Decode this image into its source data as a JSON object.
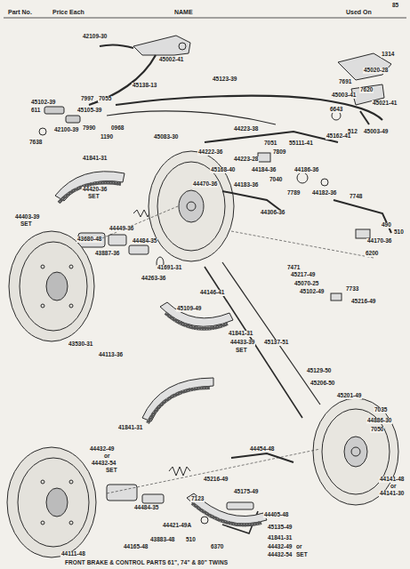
{
  "diagram": {
    "caption": "FRONT BRAKE & CONTROL PARTS 61\", 74\" & 80\" TWINS",
    "labels": [
      "Part No.",
      "Price Each",
      "NAME",
      "Used On",
      "85",
      "42109-30",
      "45002-41",
      "45138-13",
      "45102-39",
      "611",
      "7997",
      "7055",
      "45105-39",
      "42100-39",
      "7638",
      "7990",
      "0968",
      "1190",
      "45123-39",
      "45083-30",
      "1314",
      "45020-28",
      "7691",
      "7620",
      "45003-41",
      "45021-41",
      "6643",
      "512",
      "45003-49",
      "44223-38",
      "7051",
      "55111-41",
      "45162-41",
      "41841-31",
      "44222-36",
      "44223-28",
      "7809",
      "45168-40",
      "44184-36",
      "44186-36",
      "7040",
      "44183-36",
      "44470-36",
      "7789",
      "44182-36",
      "7748",
      "44420-36",
      "SET",
      "44403-39",
      "SET",
      "44306-36",
      "490",
      "510",
      "44449-36",
      "43680-48",
      "44484-35",
      "44170-36",
      "6200",
      "43887-36",
      "7471",
      "41691-31",
      "45217-49",
      "44263-36",
      "45070-25",
      "45102-49",
      "7733",
      "44146-41",
      "45216-49",
      "45109-49",
      "41841-31",
      "43530-31",
      "45137-51",
      "44433-39",
      "SET",
      "44113-36",
      "45129-50",
      "45206-50",
      "45201-49",
      "7035",
      "44886-30",
      "7050",
      "41841-31",
      "44432-49",
      "or",
      "44432-54",
      "SET",
      "44454-48",
      "44141-48",
      "or",
      "44141-30",
      "45216-49",
      "45175-49",
      "7123",
      "44484-35",
      "44421-49A",
      "44405-48",
      "43883-48",
      "45135-49",
      "510",
      "6370",
      "41841-31",
      "44432-49",
      "or",
      "44432-54",
      "SET",
      "44165-48",
      "44111-48"
    ]
  }
}
